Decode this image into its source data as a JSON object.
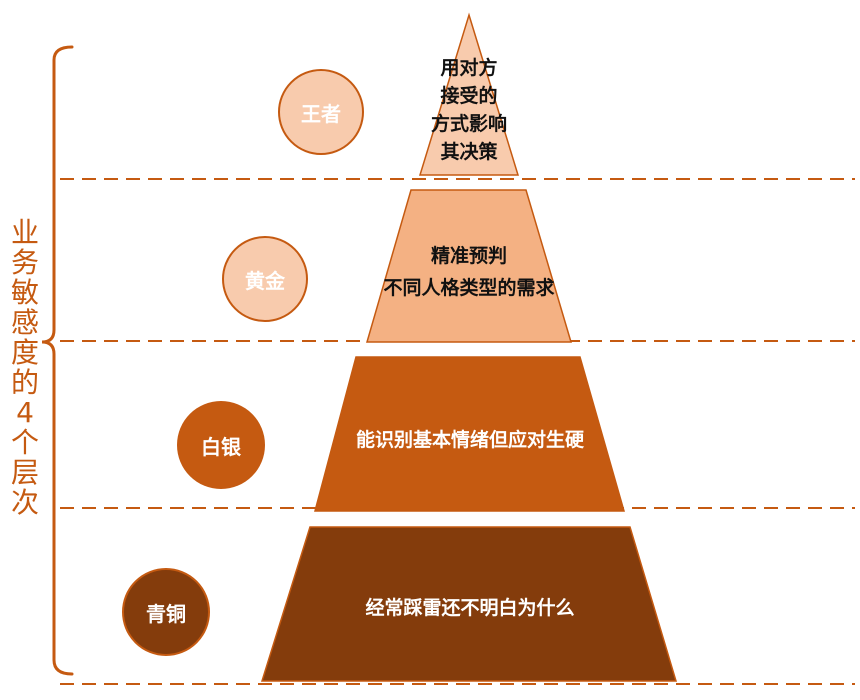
{
  "side_title": "业务敏感度的4个层次",
  "colors": {
    "accent": "#C55A11",
    "dashed": "#C55A11",
    "tier1_fill": "#F8CBAD",
    "tier2_fill": "#F4B183",
    "tier3_fill": "#C55A11",
    "tier4_fill": "#843C0C"
  },
  "tiers": [
    {
      "badge": "王者",
      "lines": [
        "用对方",
        "接受的",
        "方式影响",
        "其决策"
      ]
    },
    {
      "badge": "黄金",
      "lines": [
        "精准预判",
        "不同人格类型的需求"
      ]
    },
    {
      "badge": "白银",
      "lines": [
        "能识别基本情绪但应对生硬"
      ]
    },
    {
      "badge": "青铜",
      "lines": [
        "经常踩雷还不明白为什么"
      ]
    }
  ]
}
